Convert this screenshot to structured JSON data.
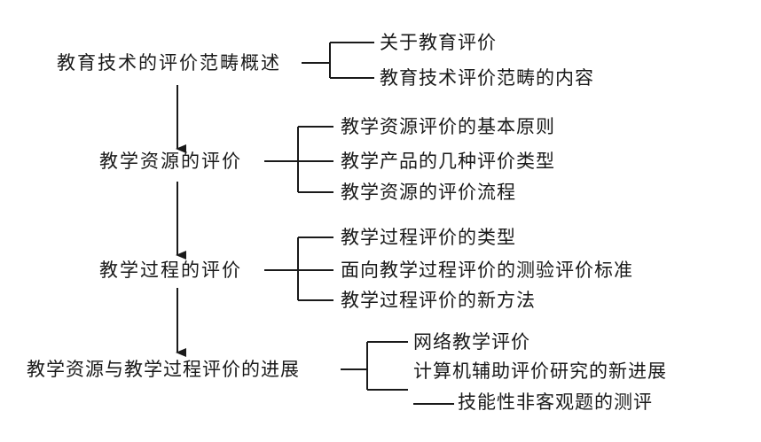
{
  "diagram": {
    "stages": [
      {
        "title": "教育技术的评价范畴概述",
        "items": [
          "关于教育评价",
          "教育技术评价范畴的内容"
        ]
      },
      {
        "title": "教学资源的评价",
        "items": [
          "教学资源评价的基本原则",
          "教学产品的几种评价类型",
          "教学资源的评价流程"
        ]
      },
      {
        "title": "教学过程的评价",
        "items": [
          "教学过程评价的类型",
          "面向教学过程评价的测验评价标准",
          "教学过程评价的新方法"
        ]
      },
      {
        "title": "教学资源与教学过程评价的进展",
        "items": [
          "网络教学评价",
          "计算机辅助评价研究的新进展",
          "技能性非客观题的测评"
        ]
      }
    ],
    "colors": {
      "line": "#1a1a1a",
      "text": "#1a1a1a",
      "background": "#ffffff"
    }
  }
}
